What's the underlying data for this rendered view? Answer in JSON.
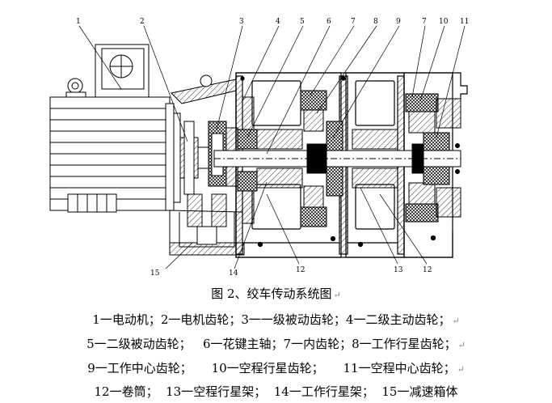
{
  "figure": {
    "title": "图 2、绞车传动系统图",
    "legend_lines": [
      "1一电动机；2一电机齿轮；3一一级被动齿轮；4一二级主动齿轮；",
      "5一二级被动齿轮；   6一花键主轴；7一内齿轮；8一工作行星齿轮；",
      "9一工作中心齿轮；     10一空程行星齿轮；     11一空程中心齿轮；",
      "12一卷筒；  13一空程行星架；  14一工作行星架；  15一减速箱体"
    ],
    "paragraph_mark": "↵"
  },
  "callouts": {
    "c1": "1",
    "c2": "2",
    "c3": "3",
    "c4": "4",
    "c5": "5",
    "c6": "6",
    "c7a": "7",
    "c8": "8",
    "c9": "9",
    "c7b": "7",
    "c10": "10",
    "c11": "11",
    "c15": "15",
    "c14": "14",
    "c12a": "12",
    "c13": "13",
    "c12b": "12"
  }
}
